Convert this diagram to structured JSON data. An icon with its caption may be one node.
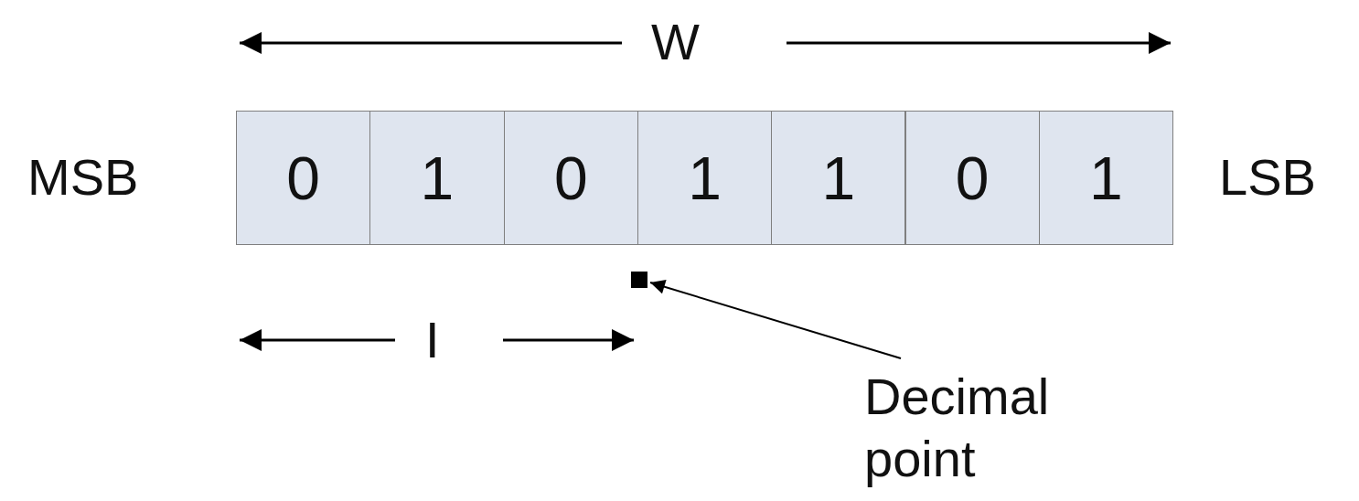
{
  "diagram": {
    "nodes": [
      {
        "text": [
          "0"
        ]
      },
      {
        "text": [
          "1"
        ]
      },
      {
        "text": [
          "0"
        ]
      },
      {
        "text": [
          "1"
        ]
      },
      {
        "text": [
          "1"
        ]
      },
      {
        "text": [
          "0"
        ]
      },
      {
        "text": [
          "1"
        ]
      },
      {
        "text": [],
        "shape": "box"
      },
      {
        "text": [
          "Decimal point"
        ]
      }
    ],
    "edges": [
      {
        "from": 8,
        "to": 7,
        "arrow": "to"
      }
    ],
    "labels": [
      "W",
      "MSB",
      "LSB",
      "I"
    ]
  }
}
